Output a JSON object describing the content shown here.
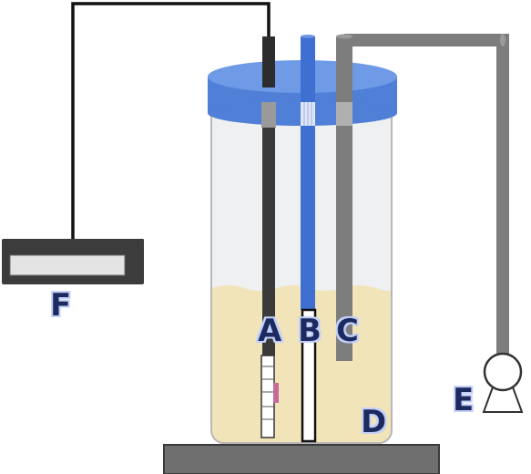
{
  "labels": {
    "A": "A",
    "B": "B",
    "C": "C",
    "D": "D",
    "E": "E",
    "F": "F"
  },
  "colors": {
    "label_fill": "#1c2a5e",
    "label_glow": "#c3cffb",
    "lid_blue": "#4f7fd6",
    "probe_blue": "#3f6fd0",
    "liquid": "#f1e4b9",
    "glass": "#eef0f1",
    "electrode_dark": "#2d2d2d",
    "tube_gray": "#7d7d7d",
    "base_gray": "#6f6f6f",
    "device_dark": "#3c3c3c",
    "device_light": "#e4e4e4"
  }
}
